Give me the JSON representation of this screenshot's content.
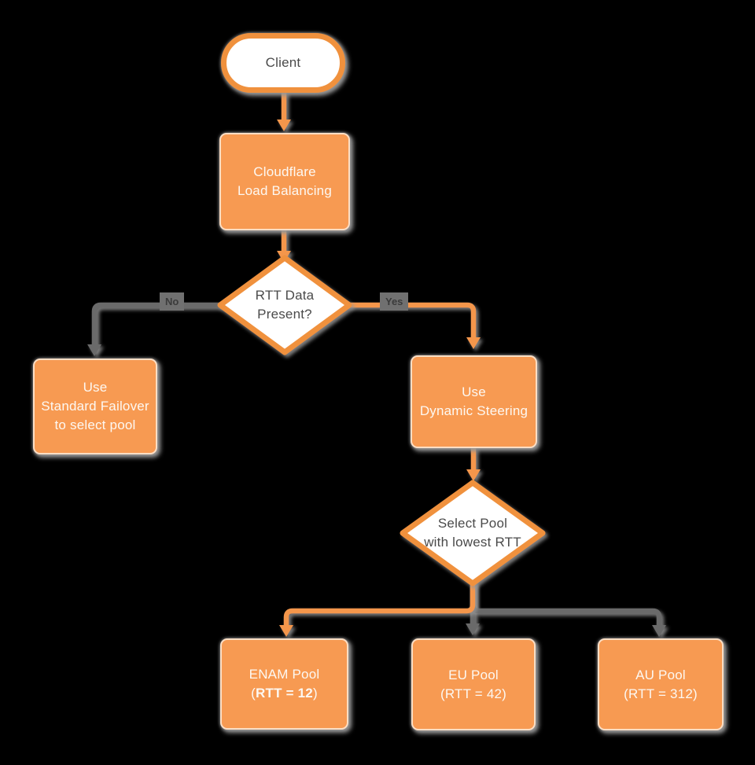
{
  "title": "Cloudflare Load Balancing decision flowchart",
  "colors": {
    "background": "#000000",
    "node_fill": "#F79A52",
    "node_stroke": "#F0913D",
    "decision_fill": "#FFFFFF",
    "line_orange": "#F4964B",
    "line_gray": "#6B6B6B",
    "text_on_orange": "#FDF8F2",
    "text_dark": "#4A4A4A",
    "label_bg": "#707070",
    "label_text": "#3B3B3B",
    "shadow": "#969696"
  },
  "nodes": {
    "client": {
      "label": "Client"
    },
    "load_balancer": {
      "lines": [
        "Cloudflare",
        "Load Balancing"
      ]
    },
    "rtt_decision": {
      "lines": [
        "RTT Data",
        "Present?"
      ]
    },
    "standard_failover": {
      "lines": [
        "Use",
        "Standard Failover",
        "to select pool"
      ]
    },
    "dynamic_steering": {
      "lines": [
        "Use",
        "Dynamic Steering"
      ]
    },
    "select_pool": {
      "lines": [
        "Select Pool",
        "with lowest RTT"
      ]
    },
    "enam_pool": {
      "line1": "ENAM Pool",
      "paren_open": "(",
      "rtt_bold": "RTT = 12",
      "paren_close": ")"
    },
    "eu_pool": {
      "lines": [
        "EU Pool",
        "(RTT = 42)"
      ]
    },
    "au_pool": {
      "lines": [
        "AU Pool",
        "(RTT = 312)"
      ]
    }
  },
  "edge_labels": {
    "no": "No",
    "yes": "Yes"
  }
}
